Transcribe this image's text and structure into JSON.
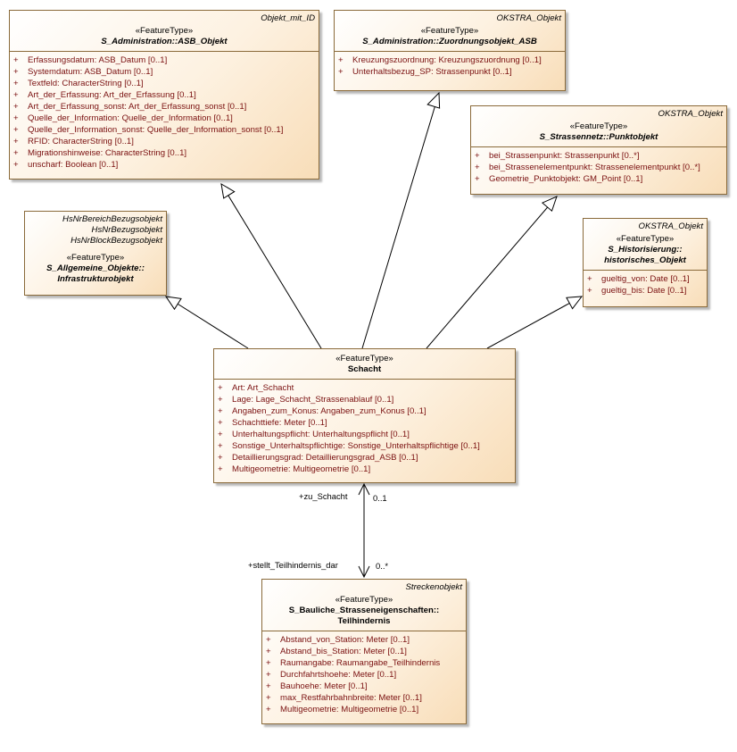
{
  "classes": {
    "asb_objekt": {
      "tags": [
        "Objekt_mit_ID"
      ],
      "stereotype": "«FeatureType»",
      "name_lines": [
        "S_Administration::ASB_Objekt"
      ],
      "attributes": [
        "Erfassungsdatum: ASB_Datum [0..1]",
        "Systemdatum: ASB_Datum [0..1]",
        "Textfeld: CharacterString [0..1]",
        "Art_der_Erfassung: Art_der_Erfassung [0..1]",
        "Art_der_Erfassung_sonst: Art_der_Erfassung_sonst [0..1]",
        "Quelle_der_Information: Quelle_der_Information [0..1]",
        "Quelle_der_Information_sonst: Quelle_der_Information_sonst [0..1]",
        "RFID: CharacterString [0..1]",
        "Migrationshinweise: CharacterString [0..1]",
        "unscharf: Boolean [0..1]"
      ]
    },
    "zuordnungsobjekt": {
      "tags": [
        "OKSTRA_Objekt"
      ],
      "stereotype": "«FeatureType»",
      "name_lines": [
        "S_Administration::Zuordnungsobjekt_ASB"
      ],
      "attributes": [
        "Kreuzungszuordnung: Kreuzungszuordnung [0..1]",
        "Unterhaltsbezug_SP: Strassenpunkt [0..1]"
      ]
    },
    "punktobjekt": {
      "tags": [
        "OKSTRA_Objekt"
      ],
      "stereotype": "«FeatureType»",
      "name_lines": [
        "S_Strassennetz::Punktobjekt"
      ],
      "attributes": [
        "bei_Strassenpunkt: Strassenpunkt [0..*]",
        "bei_Strassenelementpunkt: Strassenelementpunkt [0..*]",
        "Geometrie_Punktobjekt: GM_Point [0..1]"
      ]
    },
    "infrastrukturobjekt": {
      "tags": [
        "HsNrBereichBezugsobjekt",
        "HsNrBezugsobjekt",
        "HsNrBlockBezugsobjekt"
      ],
      "stereotype": "«FeatureType»",
      "name_lines": [
        "S_Allgemeine_Objekte::",
        "Infrastrukturobjekt"
      ],
      "attributes": []
    },
    "historisches_objekt": {
      "tags": [
        "OKSTRA_Objekt"
      ],
      "stereotype": "«FeatureType»",
      "name_lines": [
        "S_Historisierung::",
        "historisches_Objekt"
      ],
      "attributes": [
        "gueltig_von: Date [0..1]",
        "gueltig_bis: Date [0..1]"
      ]
    },
    "schacht": {
      "tags": [],
      "stereotype": "«FeatureType»",
      "name_lines": [
        "Schacht"
      ],
      "attributes": [
        "Art: Art_Schacht",
        "Lage: Lage_Schacht_Strassenablauf [0..1]",
        "Angaben_zum_Konus: Angaben_zum_Konus [0..1]",
        "Schachttiefe: Meter [0..1]",
        "Unterhaltungspflicht: Unterhaltungspflicht [0..1]",
        "Sonstige_Unterhaltspflichtige: Sonstige_Unterhaltspflichtige [0..1]",
        "Detaillierungsgrad: Detaillierungsgrad_ASB [0..1]",
        "Multigeometrie: Multigeometrie [0..1]"
      ]
    },
    "teilhindernis": {
      "tags": [
        "Streckenobjekt"
      ],
      "stereotype": "«FeatureType»",
      "name_lines": [
        "S_Bauliche_Strasseneigenschaften::",
        "Teilhindernis"
      ],
      "attributes": [
        "Abstand_von_Station: Meter [0..1]",
        "Abstand_bis_Station: Meter [0..1]",
        "Raumangabe: Raumangabe_Teilhindernis",
        "Durchfahrtshoehe: Meter [0..1]",
        "Bauhoehe: Meter [0..1]",
        "max_Restfahrbahnbreite: Meter [0..1]",
        "Multigeometrie: Multigeometrie [0..1]"
      ]
    }
  },
  "association": {
    "role_to_schacht": "+zu_Schacht",
    "mult_to_schacht": "0..1",
    "role_to_teilhindernis": "+stellt_Teilhindernis_dar",
    "mult_to_teilhindernis": "0..*"
  },
  "attribute_visibility": "+",
  "colors": {
    "attribute_text": "#7a1010",
    "box_border": "#8a6a3a",
    "box_fill_end": "#f8ddb8"
  }
}
